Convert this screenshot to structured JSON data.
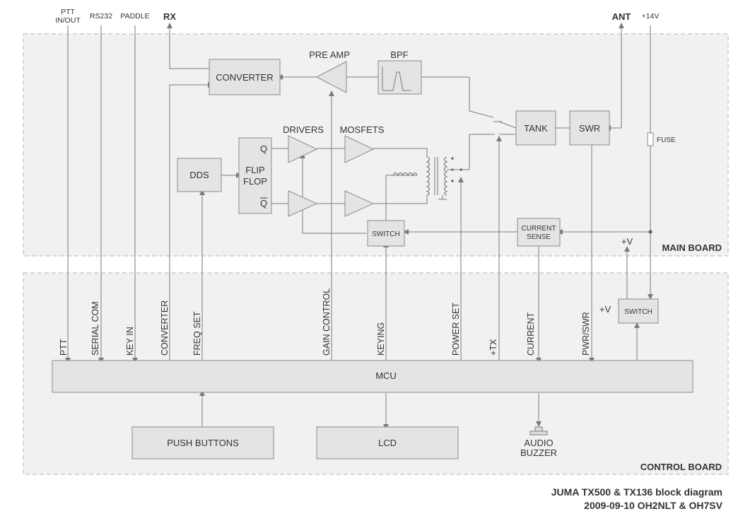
{
  "boards": {
    "main": "MAIN BOARD",
    "control": "CONTROL BOARD"
  },
  "blocks": {
    "converter": "CONVERTER",
    "preamp": "PRE AMP",
    "bpf": "BPF",
    "tank": "TANK",
    "swr": "SWR",
    "drivers": "DRIVERS",
    "mosfets": "MOSFETS",
    "dds": "DDS",
    "flipflop_line1": "FLIP",
    "flipflop_line2": "FLOP",
    "flipflop_q": "Q",
    "flipflop_qbar": "Q",
    "fuse": "FUSE",
    "switch_main": "SWITCH",
    "current_sense_line1": "CURRENT",
    "current_sense_line2": "SENSE",
    "switch_control": "SWITCH",
    "plus_v_top": "+V",
    "plus_v_side": "+V",
    "mcu": "MCU",
    "push_buttons": "PUSH BUTTONS",
    "lcd": "LCD",
    "audio_line1": "AUDIO",
    "audio_line2": "BUZZER"
  },
  "external": {
    "ptt_line1": "PTT",
    "ptt_line2": "IN/OUT",
    "rs232": "RS232",
    "paddle": "PADDLE",
    "rx": "RX",
    "ant": "ANT",
    "v14": "+14V"
  },
  "signals": {
    "ptt": "PTT",
    "serial_com": "SERIAL COM",
    "key_in": "KEY IN",
    "converter": "CONVERTER",
    "freq_set": "FREQ SET",
    "gain_control": "GAIN CONTROL",
    "keying": "KEYING",
    "power_set": "POWER SET",
    "tx": "+TX",
    "current": "CURRENT",
    "pwr_swr": "PWR/SWR"
  },
  "caption": {
    "line1": "JUMA TX500 & TX136 block diagram",
    "line2": "2009-09-10 OH2NLT & OH7SV"
  }
}
